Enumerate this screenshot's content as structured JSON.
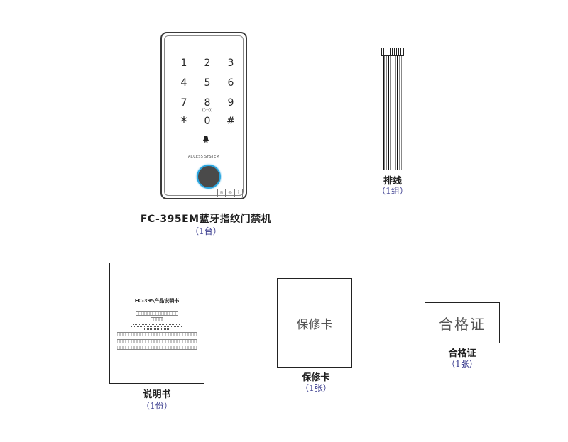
{
  "device": {
    "keys": [
      "1",
      "2",
      "3",
      "4",
      "5",
      "6",
      "7",
      "8",
      "9",
      "*",
      "0",
      "#"
    ],
    "card_symbol": "((▭))",
    "bell_symbol": "bell",
    "system_text": "ACCESS SYSTEM",
    "bottom_icons": [
      "rfid-icon",
      "fingerprint-icon",
      "bluetooth-icon"
    ],
    "fingerprint_ring_color": "#2aa6e0",
    "name": "FC-395EM蓝牙指纹门禁机",
    "qty": "（1台）"
  },
  "cable": {
    "name": "排线",
    "qty": "（1组）"
  },
  "manual": {
    "cover_title": "FC-395产品说明书",
    "name": "说明书",
    "qty": "（1份）"
  },
  "warranty": {
    "card_text": "保修卡",
    "name": "保修卡",
    "qty": "（1张）"
  },
  "certificate": {
    "card_text": "合格证",
    "name": "合格证",
    "qty": "（1张）"
  },
  "colors": {
    "qty_text": "#3b3d8f",
    "label_text": "#1f1f1f"
  }
}
